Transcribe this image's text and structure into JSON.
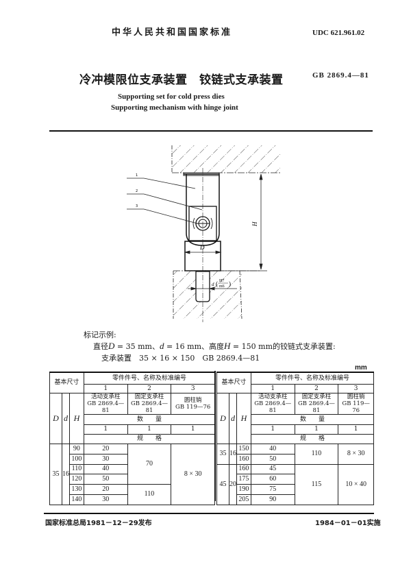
{
  "header": {
    "organization": "中华人民共和国国家标准",
    "udc": "UDC 621.961.02",
    "title_cn": "冷冲模限位支承装置　铰链式支承装置",
    "standard_code": "GB 2869.4—81",
    "title_en_1": "Supporting set for cold press dies",
    "title_en_2": "Supporting mechanism with hinge joint"
  },
  "drawing": {
    "callouts": [
      "1",
      "2",
      "3"
    ],
    "dim_H": "H",
    "dim_D": "D",
    "dim_d": "d",
    "fit_num": "H7",
    "fit_den": "m6"
  },
  "example": {
    "title": "标记示例:",
    "line1_a": "直径",
    "line1_D": "D",
    "line1_b": " = 35 mm、",
    "line1_d": "d",
    "line1_c": " = 16 mm、高度",
    "line1_H": "H",
    "line1_e": " = 150 mm的铰链式支承装置:",
    "line2": "支承装置　35 × 16 × 150　GB 2869.4—81"
  },
  "unit": "mm",
  "table": {
    "basic_size": "基本尺寸",
    "parts_header": "零件件号、名称及标准编号",
    "col_D": "D",
    "col_d": "d",
    "col_H": "H",
    "part_nums": [
      "1",
      "2",
      "3"
    ],
    "part_names": [
      "活动支承柱",
      "固定支承柱",
      "圆柱销"
    ],
    "part_stds": [
      "GB 2869.4—81",
      "GB 2869.4—81",
      "GB 119—76"
    ],
    "quantity": "数　　量",
    "quantities": [
      "1",
      "1",
      "1"
    ],
    "spec": "规　　格",
    "left_rows": {
      "D": "35",
      "d": "16",
      "H": [
        "90",
        "100",
        "110",
        "120",
        "130",
        "140"
      ],
      "p1": [
        "20",
        "30",
        "40",
        "50",
        "20",
        "30"
      ],
      "p2": [
        "70",
        "110"
      ],
      "p3": "8 × 30"
    },
    "right_rows": {
      "group1": {
        "D": "35",
        "d": "16",
        "H": [
          "150",
          "160"
        ],
        "p1": [
          "40",
          "50"
        ],
        "p2": "110",
        "p3": "8 × 30"
      },
      "group2": {
        "D": "45",
        "d": "20",
        "H": [
          "160",
          "175",
          "190",
          "205"
        ],
        "p1": [
          "45",
          "60",
          "75",
          "90"
        ],
        "p2": "115",
        "p3": "10 × 40"
      }
    }
  },
  "footer": {
    "issued": "国家标准总局1981－12－29发布",
    "effective": "1984－01－01实施"
  }
}
